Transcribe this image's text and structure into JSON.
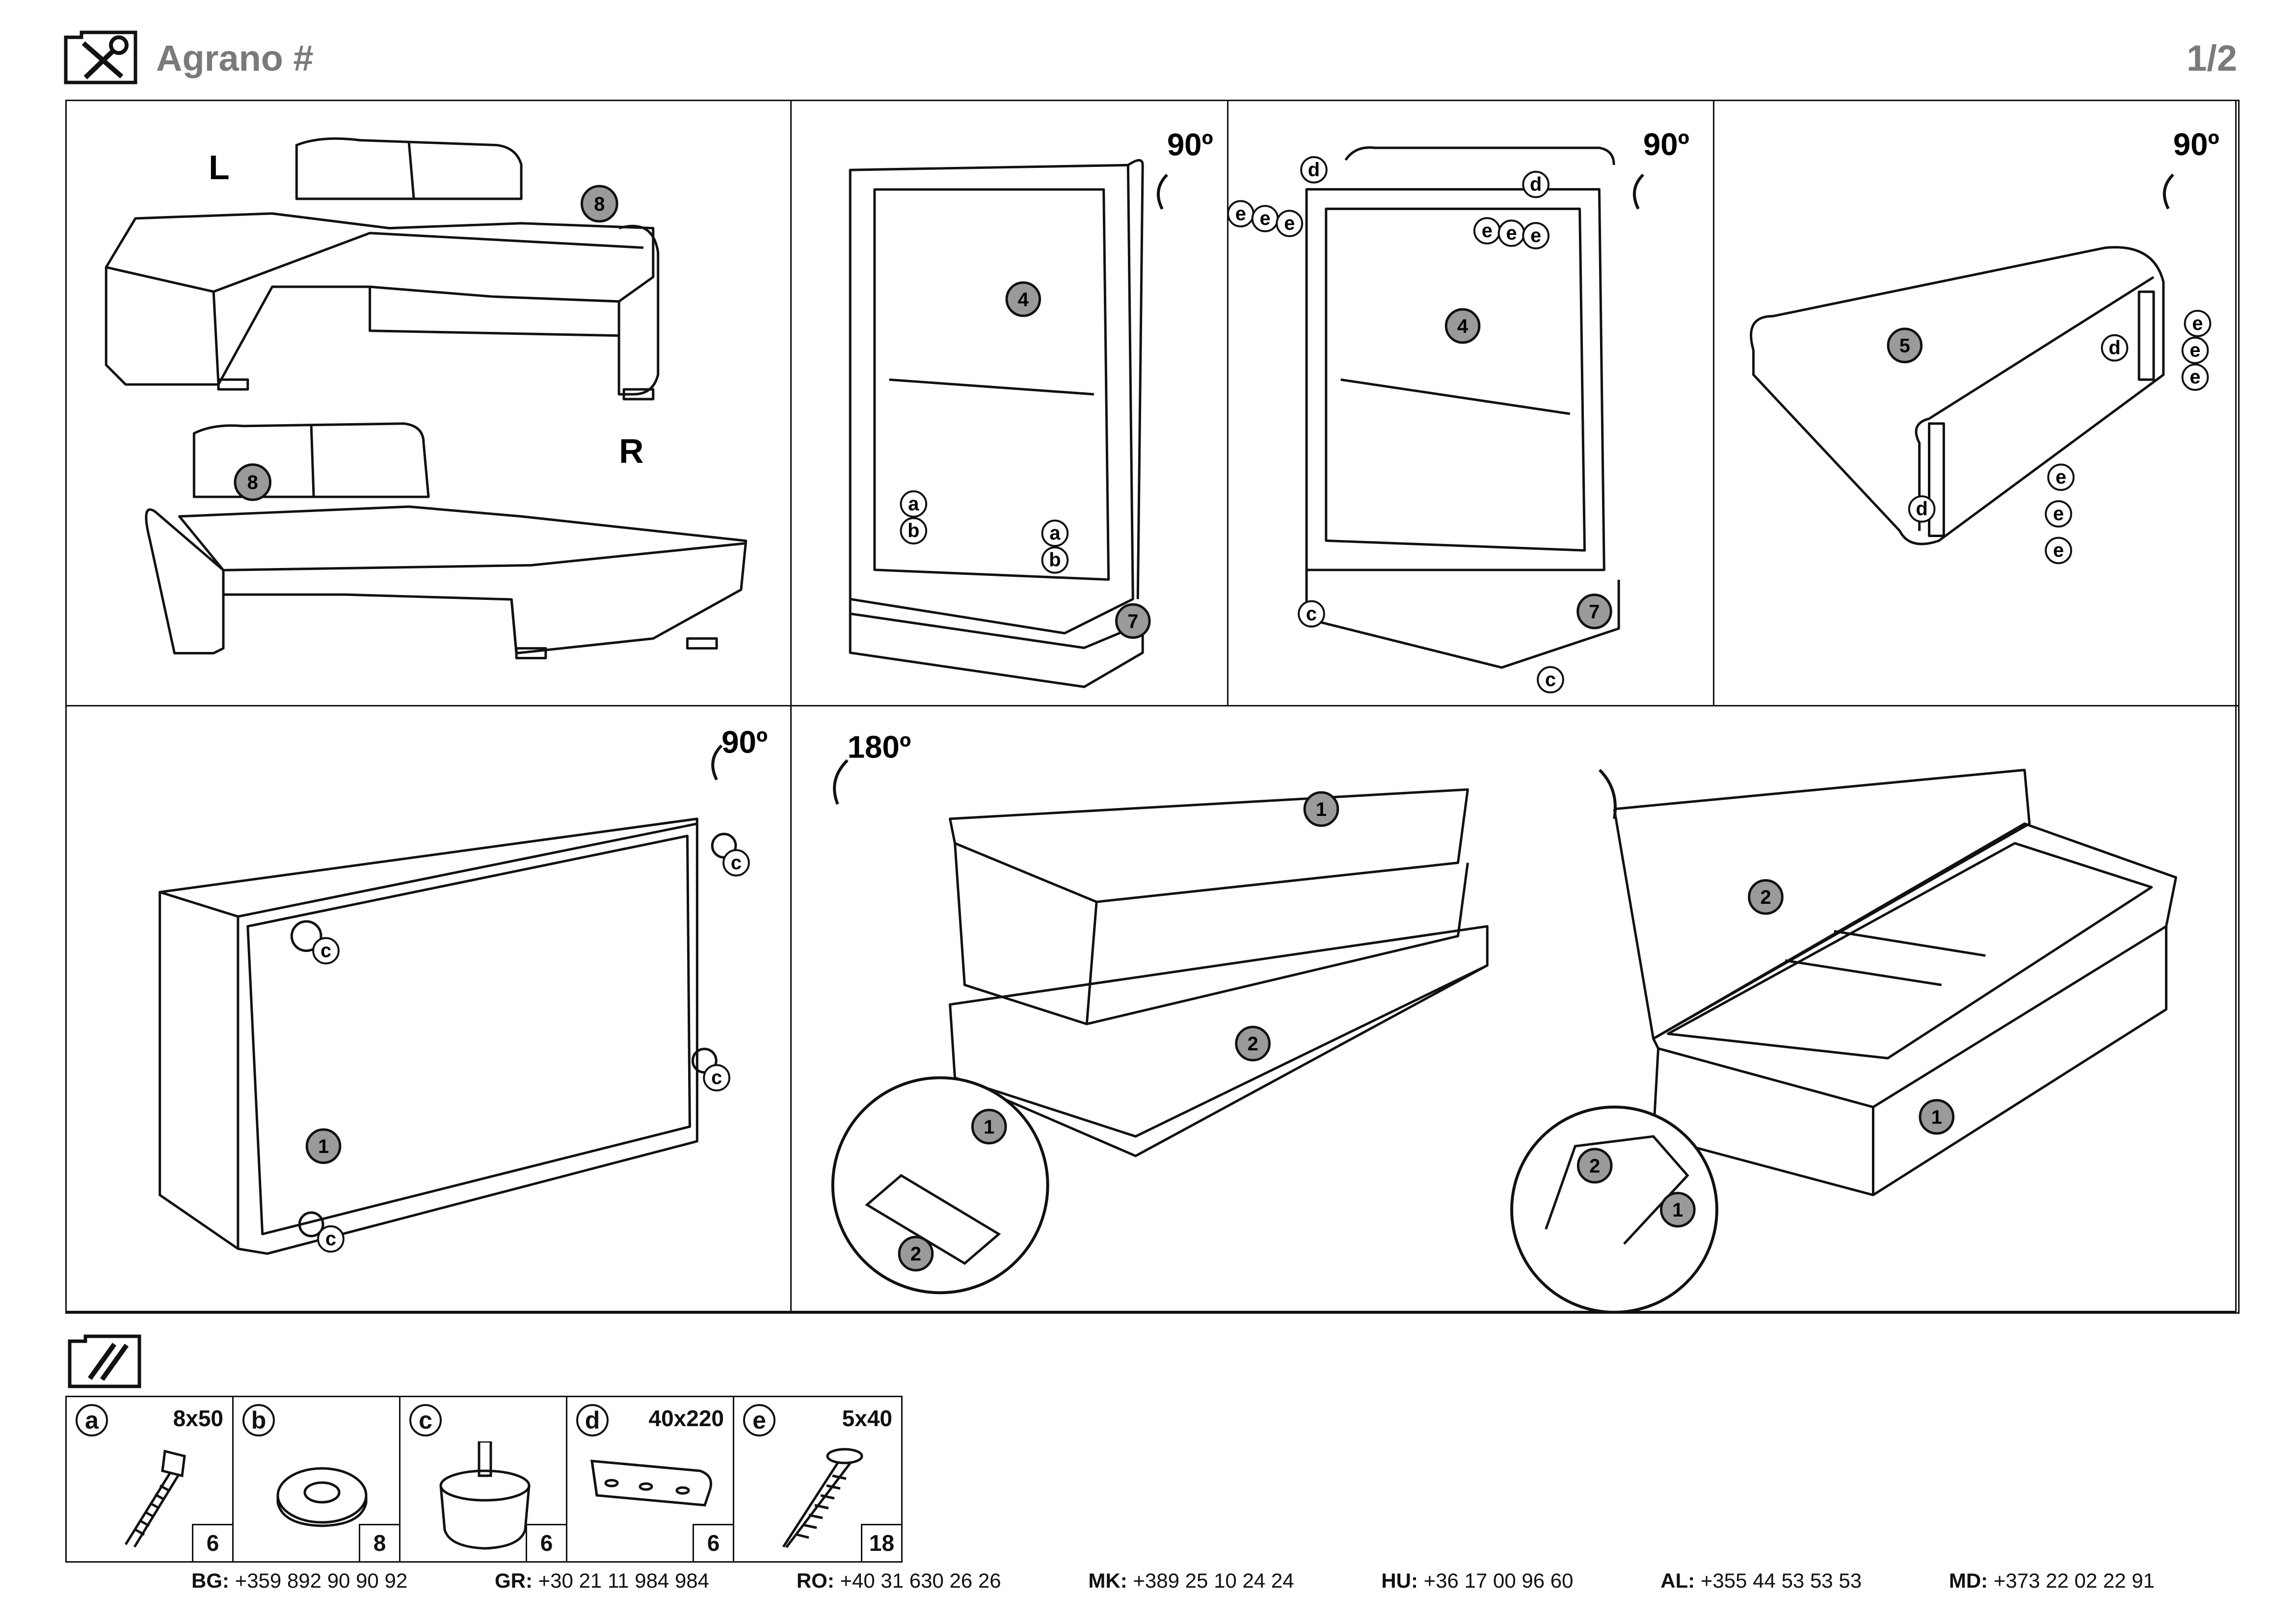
{
  "header": {
    "title": "Agrano #",
    "page": "1/2",
    "icon": "tools-icon"
  },
  "steps": {
    "sofa": {
      "left_label": "L",
      "right_label": "R",
      "cushion_part": "8"
    },
    "step1": {
      "rotation": "90º",
      "frame_part": "4",
      "base_part": "7",
      "parts": [
        "a",
        "b"
      ]
    },
    "step2": {
      "rotation": "90º",
      "frame_part": "4",
      "base_part": "7",
      "parts": [
        "c",
        "d",
        "e"
      ]
    },
    "step3": {
      "rotation": "90º",
      "armrest_part": "5",
      "parts": [
        "d",
        "e"
      ]
    },
    "step4": {
      "rotation": "90º",
      "body_part": "1",
      "parts": [
        "c"
      ]
    },
    "step5": {
      "rotation": "180º",
      "body_part": "1",
      "lid_part": "2"
    },
    "step6": {
      "lid_part": "2",
      "body_part": "1"
    }
  },
  "parts_icon": "screws-icon",
  "parts": [
    {
      "letter": "a",
      "size": "8x50",
      "qty": "6",
      "icon": "bolt-icon"
    },
    {
      "letter": "b",
      "size": "",
      "qty": "8",
      "icon": "washer-icon"
    },
    {
      "letter": "c",
      "size": "",
      "qty": "6",
      "icon": "foot-icon"
    },
    {
      "letter": "d",
      "size": "40x220",
      "qty": "6",
      "icon": "connector-bar-icon"
    },
    {
      "letter": "e",
      "size": "5x40",
      "qty": "18",
      "icon": "wood-screw-icon"
    }
  ],
  "contacts": [
    {
      "code": "BG:",
      "phone": "+359 892 90 90 92"
    },
    {
      "code": "GR:",
      "phone": "+30 21 11 984 984"
    },
    {
      "code": "RO:",
      "phone": "+40 31 630 26 26"
    },
    {
      "code": "MK:",
      "phone": "+389 25 10 24 24"
    },
    {
      "code": "HU:",
      "phone": "+36 17 00 96 60"
    },
    {
      "code": "AL:",
      "phone": "+355 44 53 53 53"
    },
    {
      "code": "MD:",
      "phone": "+373 22 02 22 91"
    }
  ]
}
